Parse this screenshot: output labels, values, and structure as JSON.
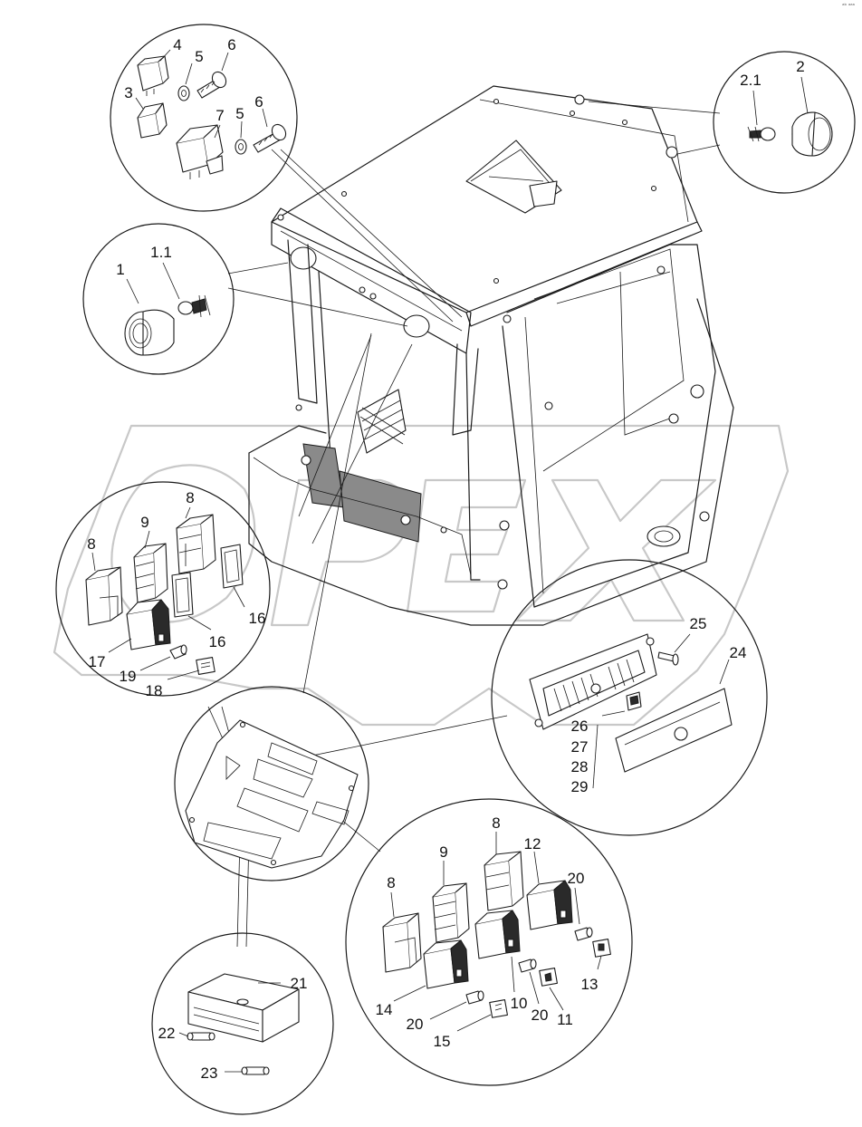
{
  "diagram": {
    "callouts": {
      "c4": "4",
      "c5a": "5",
      "c6a": "6",
      "c3": "3",
      "c7": "7",
      "c5b": "5",
      "c6b": "6",
      "c2_1": "2.1",
      "c2": "2",
      "c1": "1",
      "c1_1": "1.1",
      "c8a": "8",
      "c9a": "9",
      "c8b": "8",
      "c16a": "16",
      "c16b": "16",
      "c17": "17",
      "c19": "19",
      "c18": "18",
      "c25": "25",
      "c24": "24",
      "c26": "26",
      "c27": "27",
      "c28": "28",
      "c29": "29",
      "c8c": "8",
      "c9b": "9",
      "c12": "12",
      "c20a": "20",
      "c8d": "8",
      "c13": "13",
      "c14": "14",
      "c10": "10",
      "c20b": "20",
      "c11": "11",
      "c20c": "20",
      "c15": "15",
      "c21": "21",
      "c22": "22",
      "c23": "23"
    },
    "corner_mark": "ᵃᵇ ᵃᵃᵃ",
    "watermark_text": "OPEX"
  }
}
